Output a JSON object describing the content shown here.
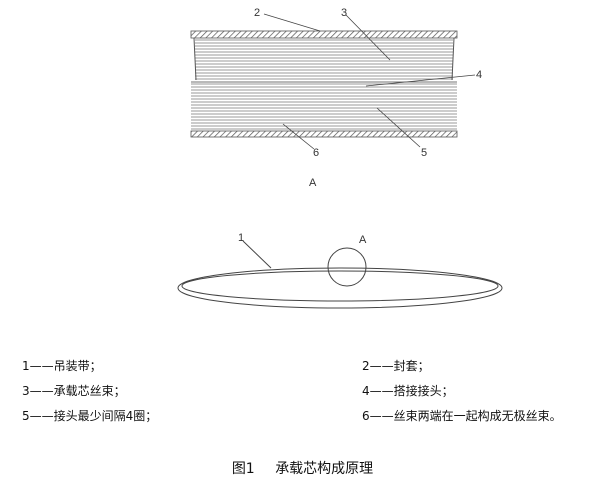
{
  "figure": {
    "detail_labels": {
      "n2": "2",
      "n3": "3",
      "n4": "4",
      "n5": "5",
      "n6": "6",
      "a": "A"
    },
    "loop_labels": {
      "n1": "1",
      "a": "A"
    }
  },
  "legend": [
    {
      "text": "1——吊装带；"
    },
    {
      "text": "2——封套；"
    },
    {
      "text": "3——承载芯丝束；"
    },
    {
      "text": "4——搭接接头；"
    },
    {
      "text": "5——接头最少间隔4圈；"
    },
    {
      "text": "6——丝束两端在一起构成无极丝束。"
    }
  ],
  "caption": {
    "number": "图1",
    "title": "承载芯构成原理"
  }
}
